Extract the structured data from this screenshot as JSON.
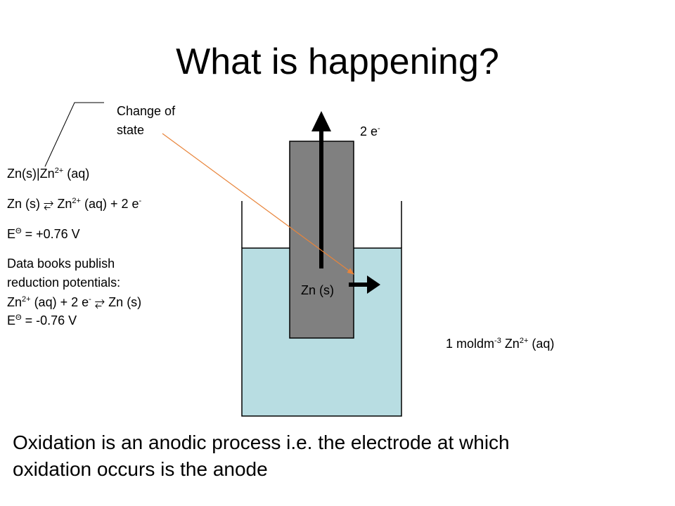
{
  "slide": {
    "title": "What is happening?",
    "callout": {
      "line1": "Change of",
      "line2": "state"
    },
    "electrons": {
      "text": "2 e",
      "sup": "-"
    },
    "notation": {
      "a": "Zn(s)|Zn",
      "sup": "2+",
      "b": " (aq)"
    },
    "half_equation": {
      "a": "Zn (s) ⥂ Zn",
      "sup1": "2+",
      "b": " (aq) + 2 e",
      "sup2": "-"
    },
    "potential": {
      "a": "E",
      "sup": "Θ",
      "b": " = +0.76 V"
    },
    "note": {
      "line1": "Data books publish",
      "line2": "reduction potentials:",
      "line3": {
        "a": "Zn",
        "sup1": "2+",
        "b": " (aq) + 2 e",
        "sup2": "-",
        "c": " ⥂ Zn (s)"
      },
      "line4": {
        "a": "E",
        "sup": "Θ",
        "b": " = -0.76 V"
      }
    },
    "electrode_label": "Zn (s)",
    "solution_label": {
      "a": "1 moldm",
      "sup1": "-3",
      "b": " Zn",
      "sup2": "2+",
      "c": " (aq)"
    },
    "footer": {
      "line1": "Oxidation is an anodic process i.e. the electrode at which",
      "line2": "oxidation occurs is the anode"
    }
  },
  "colors": {
    "solution": "#b8dde2",
    "electrode": "#808080",
    "arrow": "#000000",
    "pointer": "#e8843a"
  }
}
